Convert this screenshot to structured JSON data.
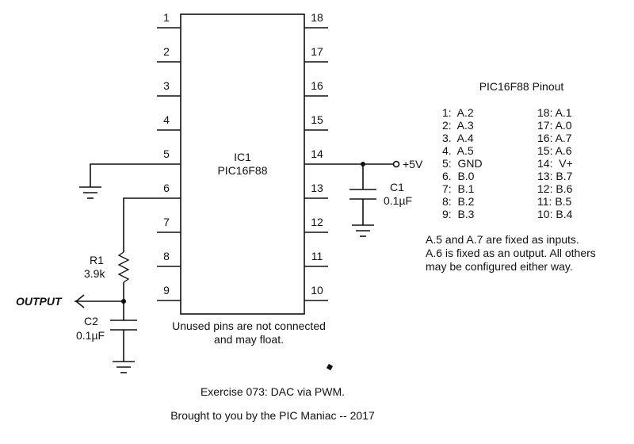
{
  "ic": {
    "ref": "IC1",
    "part": "PIC16F88",
    "left_pins": [
      "1",
      "2",
      "3",
      "4",
      "5",
      "6",
      "7",
      "8",
      "9"
    ],
    "right_pins": [
      "18",
      "17",
      "16",
      "15",
      "14",
      "13",
      "12",
      "11",
      "10"
    ]
  },
  "components": {
    "supply": "+5V",
    "c1_ref": "C1",
    "c1_value": "0.1µF",
    "r1_ref": "R1",
    "r1_value": "3.9k",
    "c2_ref": "C2",
    "c2_value": "0.1µF",
    "output_label": "OUTPUT"
  },
  "notes": {
    "unused_line1": "Unused pins are not connected",
    "unused_line2": "and may float.",
    "exercise": "Exercise 073: DAC via PWM.",
    "credit": "Brought to you by the PIC Maniac -- 2017"
  },
  "pinout": {
    "title": "PIC16F88 Pinout",
    "left_col": [
      "1:  A.2",
      "2:  A.3",
      "3.  A.4",
      "4.  A.5",
      "5:  GND",
      "6.  B.0",
      "7:  B.1",
      "8:  B.2",
      "9:  B.3"
    ],
    "right_col": [
      "18: A.1",
      "17: A.0",
      "16: A.7",
      "15: A.6",
      "14:  V+",
      "13: B.7",
      "12: B.6",
      "11: B.5",
      "10: B.4"
    ],
    "note_lines": [
      "A.5 and A.7 are fixed as inputs.",
      "A.6 is fixed as an output. All others",
      "may be configured either way."
    ]
  }
}
